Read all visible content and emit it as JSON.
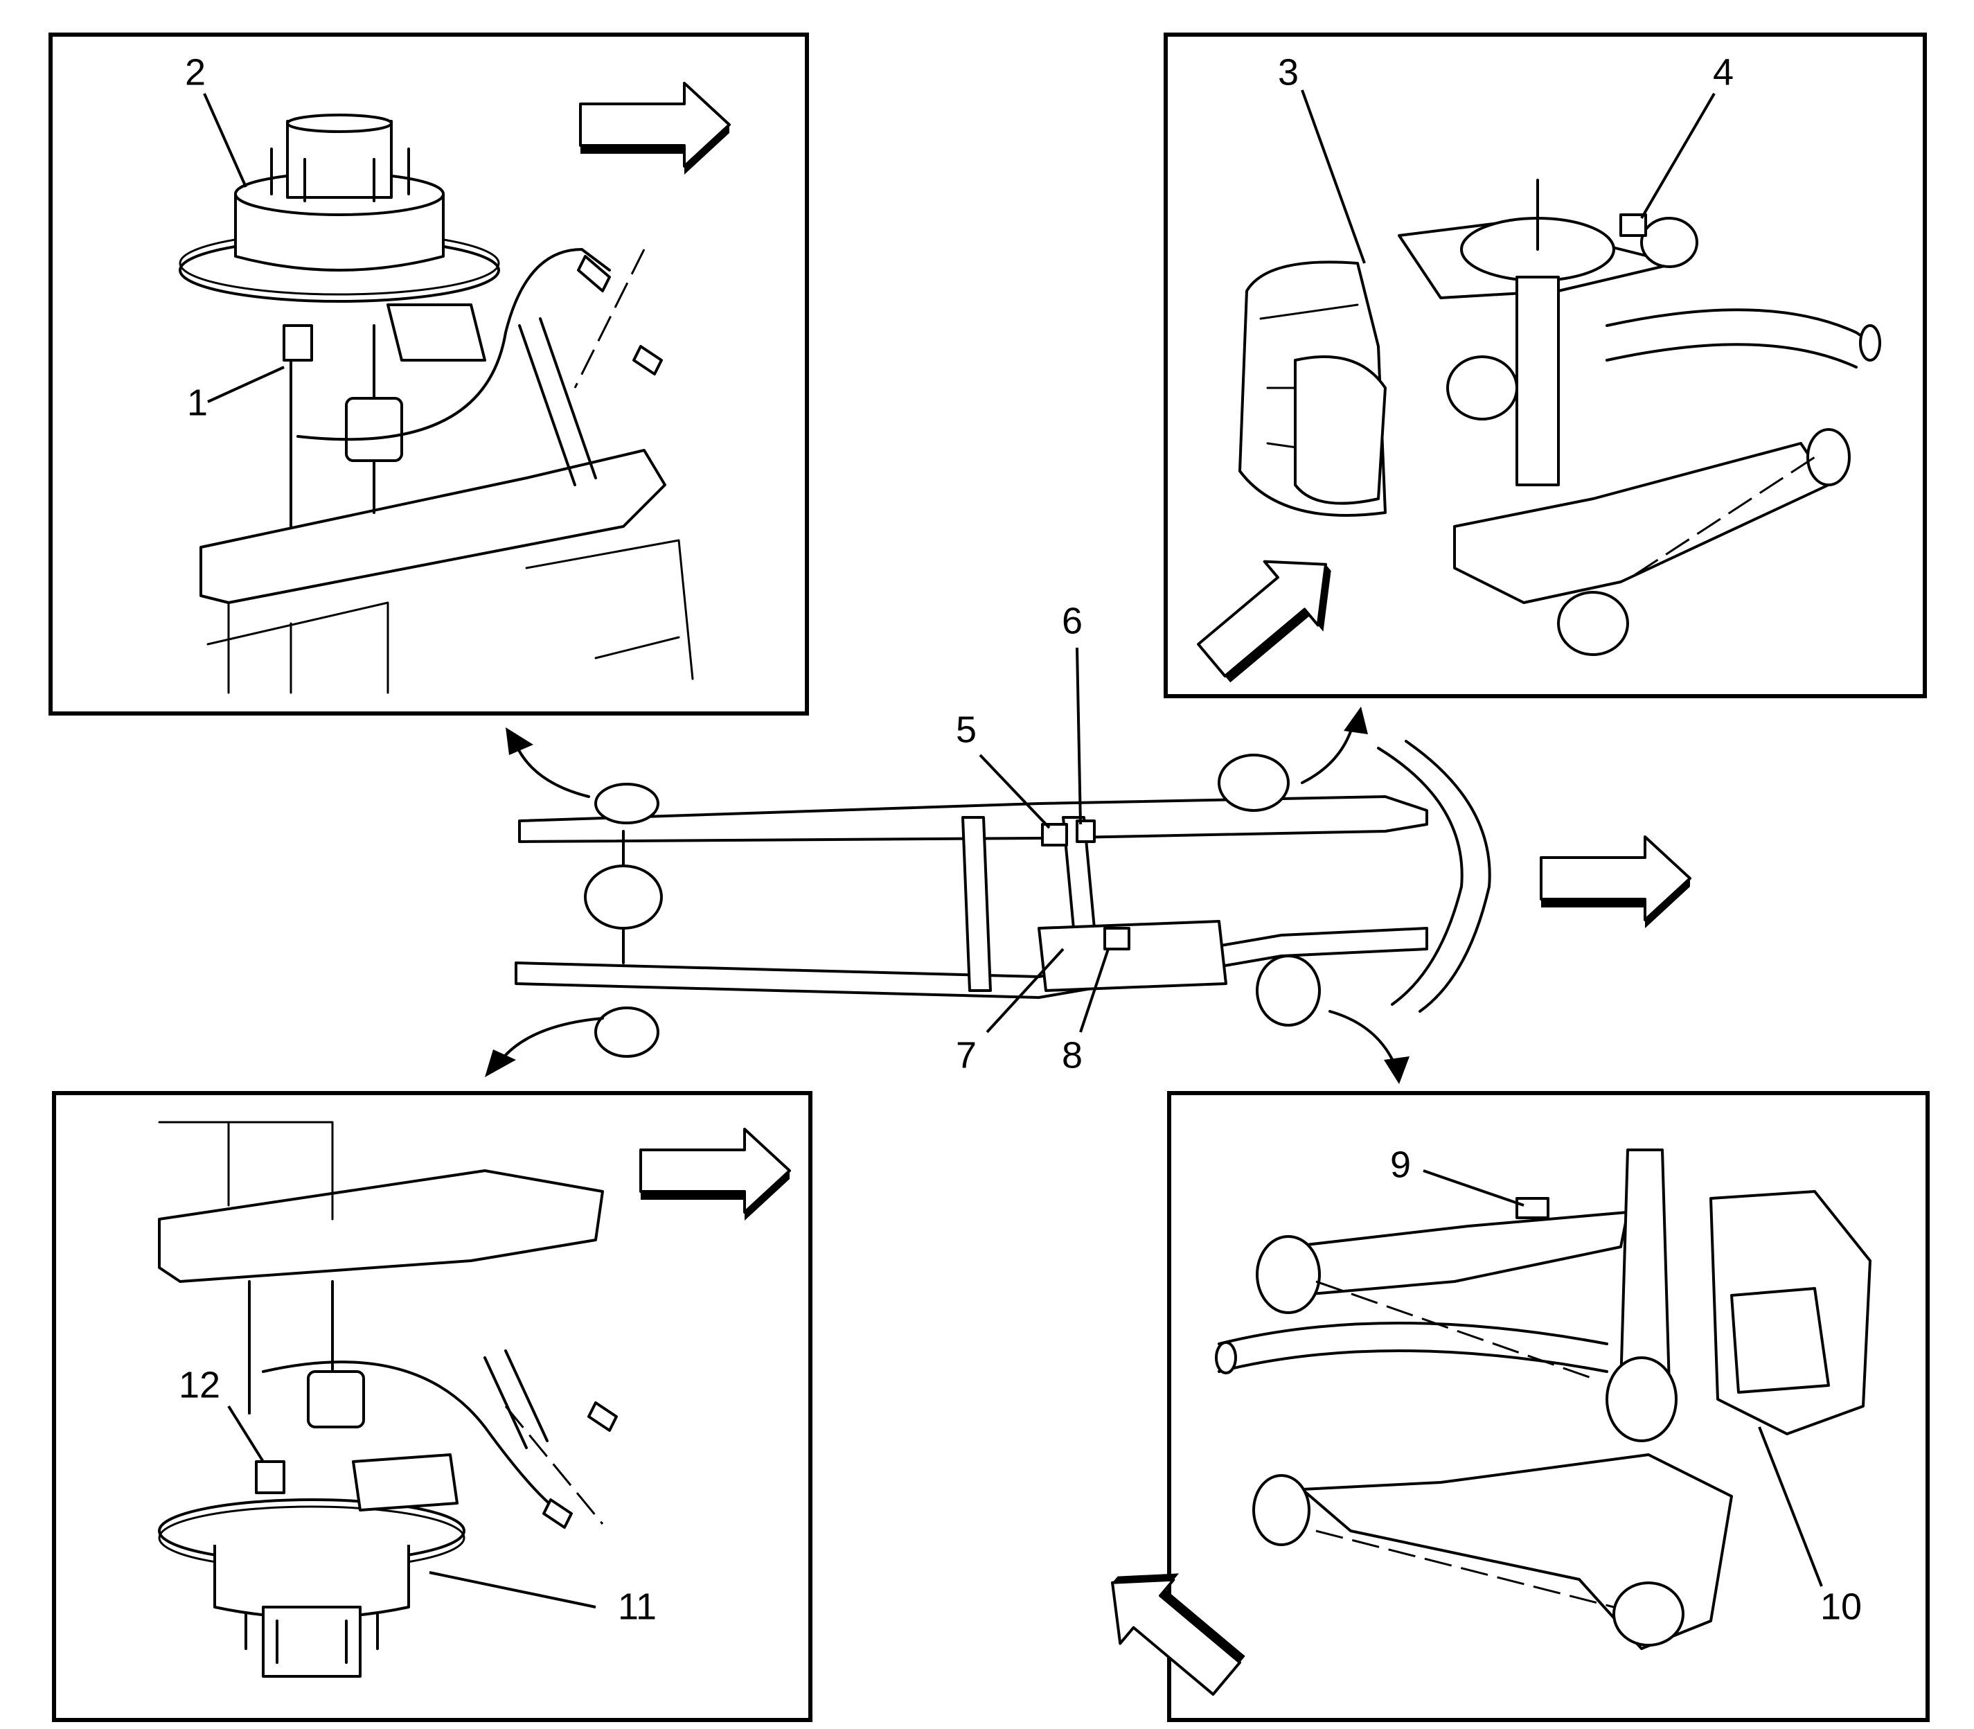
{
  "callouts": {
    "c1": "1",
    "c2": "2",
    "c3": "3",
    "c4": "4",
    "c5": "5",
    "c6": "6",
    "c7": "7",
    "c8": "8",
    "c9": "9",
    "c10": "10",
    "c11": "11",
    "c12": "12"
  },
  "icons": {
    "direction_arrow": "front-direction-arrow-icon",
    "curved_arrow": "curved-pointer-arrow-icon"
  },
  "colors": {
    "ink": "#000000",
    "paper": "#ffffff"
  }
}
